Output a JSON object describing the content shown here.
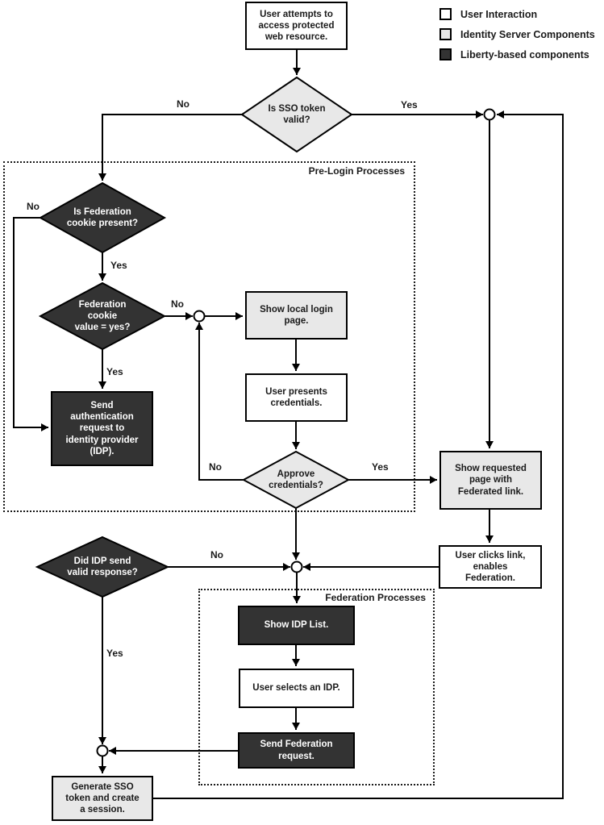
{
  "diagram_type": "flowchart",
  "colors": {
    "user_interaction_fill": "#ffffff",
    "identity_server_fill": "#e8e8e8",
    "liberty_component_fill": "#333333",
    "line_color": "#000000"
  },
  "legend": {
    "items": [
      {
        "label": "User Interaction",
        "type": "user_interaction"
      },
      {
        "label": "Identity Server Components",
        "type": "identity_server"
      },
      {
        "label": "Liberty-based components",
        "type": "liberty_component"
      }
    ]
  },
  "groups": {
    "pre_login": {
      "label": "Pre-Login Processes"
    },
    "federation": {
      "label": "Federation Processes"
    }
  },
  "nodes": {
    "start": {
      "text": "User attempts to\naccess protected\nweb resource.",
      "type": "user_interaction"
    },
    "sso_valid": {
      "text": "Is SSO token\nvalid?",
      "type": "identity_server"
    },
    "fed_present": {
      "text": "Is Federation\ncookie present?",
      "type": "liberty_component"
    },
    "fed_value": {
      "text": "Federation\ncookie\nvalue = yes?",
      "type": "liberty_component"
    },
    "send_auth": {
      "text": "Send\nauthentication\nrequest to\nidentity provider\n(IDP).",
      "type": "liberty_component"
    },
    "show_local_login": {
      "text": "Show local login\npage.",
      "type": "identity_server"
    },
    "user_presents": {
      "text": "User presents\ncredentials.",
      "type": "user_interaction"
    },
    "approve_creds": {
      "text": "Approve\ncredentials?",
      "type": "identity_server"
    },
    "show_requested": {
      "text": "Show requested\npage with\nFederated link.",
      "type": "identity_server"
    },
    "user_clicks": {
      "text": "User clicks link,\nenables\nFederation.",
      "type": "user_interaction"
    },
    "did_idp": {
      "text": "Did IDP send\nvalid response?",
      "type": "liberty_component"
    },
    "show_idp_list": {
      "text": "Show IDP List.",
      "type": "liberty_component"
    },
    "user_selects": {
      "text": "User selects an IDP.",
      "type": "user_interaction"
    },
    "send_fed_request": {
      "text": "Send Federation\nrequest.",
      "type": "liberty_component"
    },
    "generate_sso": {
      "text": "Generate SSO\ntoken and create\na session.",
      "type": "identity_server"
    }
  },
  "edge_labels": {
    "sso_no": "No",
    "sso_yes": "Yes",
    "fed_present_no": "No",
    "fed_present_yes": "Yes",
    "fed_value_no": "No",
    "fed_value_yes": "Yes",
    "approve_no": "No",
    "approve_yes": "Yes",
    "idp_no": "No",
    "idp_yes": "Yes"
  }
}
